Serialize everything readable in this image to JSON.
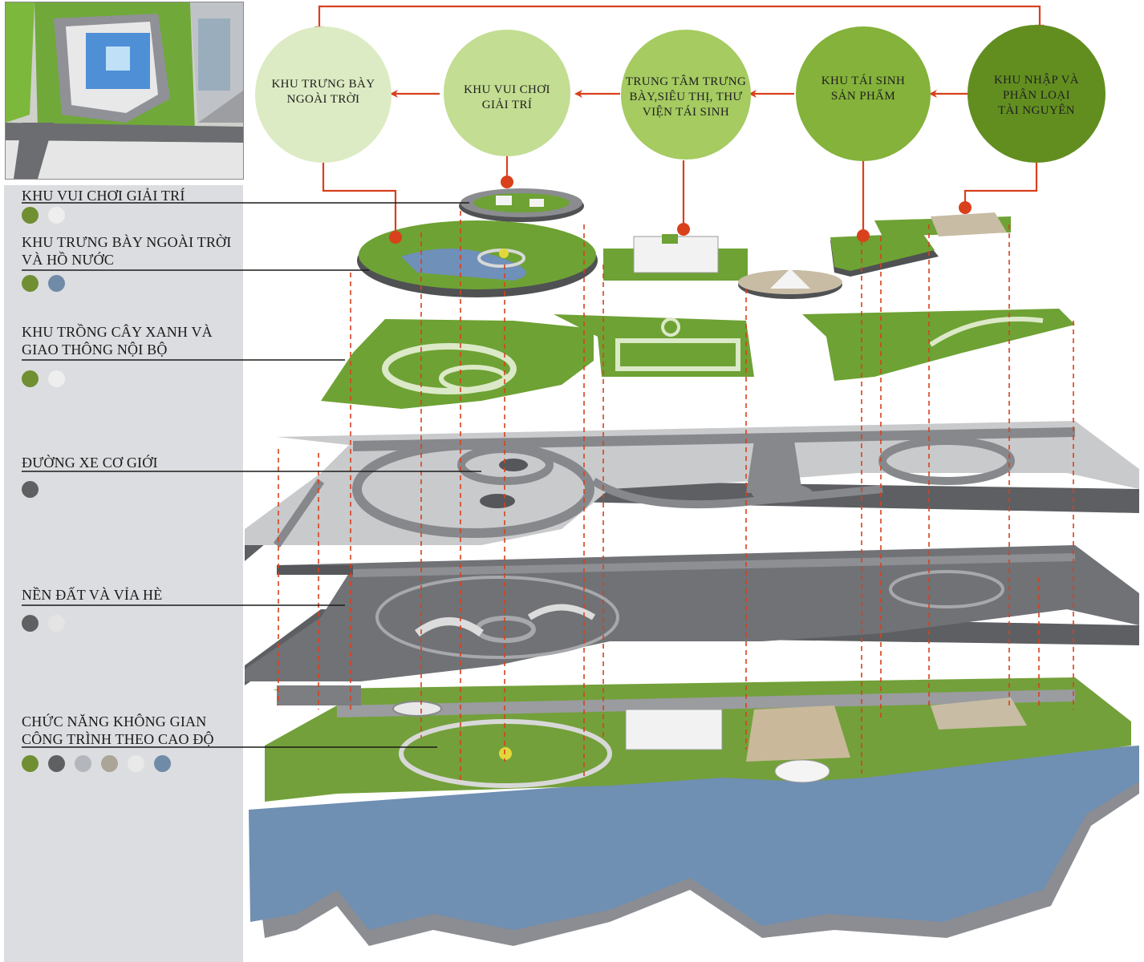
{
  "flow_circles": [
    {
      "lines": [
        "KHU TRƯNG BÀY",
        "NGOÀI TRỜI"
      ],
      "fill": "#dcebc3"
    },
    {
      "lines": [
        "KHU VUI CHƠI",
        "GIẢI TRÍ"
      ],
      "fill": "#c3dd92"
    },
    {
      "lines": [
        "TRUNG TÂM TRƯNG",
        "BÀY,SIÊU THỊ, THƯ",
        "VIỆN TÁI SINH"
      ],
      "fill": "#a5cb61"
    },
    {
      "lines": [
        "KHU TÁI SINH",
        "SẢN PHẨM"
      ],
      "fill": "#84b23a"
    },
    {
      "lines": [
        "KHU NHẬP VÀ",
        "PHÂN LOẠI",
        "TÀI NGUYÊN"
      ],
      "fill": "#628e20"
    }
  ],
  "legend": [
    {
      "lines": [
        "KHU VUI CHƠI GIẢI TRÍ"
      ],
      "swatches": [
        "#6f8f32",
        "#eeeeee"
      ]
    },
    {
      "lines": [
        "KHU TRƯNG BÀY NGOÀI TRỜI",
        "VÀ HỒ NƯỚC"
      ],
      "swatches": [
        "#6f8f32",
        "#6f8ba8"
      ]
    },
    {
      "lines": [
        "KHU TRỒNG CÂY XANH VÀ",
        "GIAO THÔNG NỘI BỘ"
      ],
      "swatches": [
        "#6f8f32",
        "#eeeeee"
      ]
    },
    {
      "lines": [
        "ĐƯỜNG XE CƠ GIỚI"
      ],
      "swatches": [
        "#5e6062"
      ]
    },
    {
      "lines": [
        "NỀN ĐẤT VÀ VỈA HÈ"
      ],
      "swatches": [
        "#5e6062",
        "#e4e4e4"
      ]
    },
    {
      "lines": [
        "CHỨC NĂNG KHÔNG GIAN",
        "CÔNG TRÌNH THEO CAO ĐỘ"
      ],
      "swatches": [
        "#6f8f32",
        "#5e6062",
        "#b3b6bc",
        "#aaa596",
        "#e9e9e9",
        "#6f8ba8"
      ]
    }
  ],
  "colors": {
    "connector": "#d9401c",
    "node": "#d9401c",
    "green": "#6e9a32",
    "road": "#86888c",
    "ground": "#6a6c70",
    "water": "#6f8fb3",
    "panel": "#dcdde0"
  }
}
